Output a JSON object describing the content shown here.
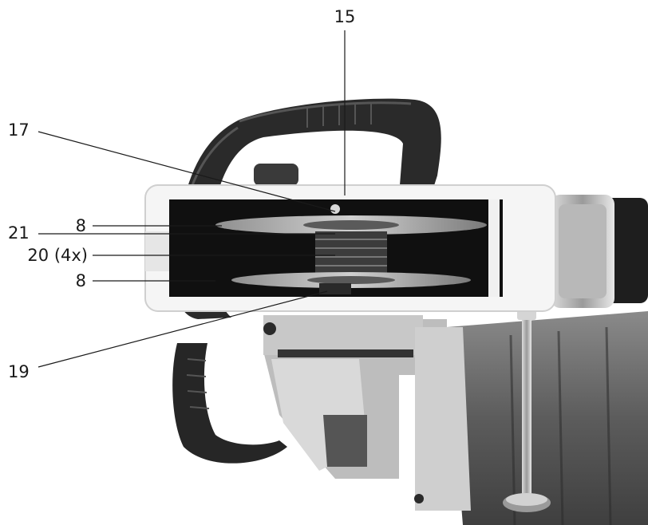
{
  "figure": {
    "callouts": [
      {
        "id": "c15",
        "text": "15"
      },
      {
        "id": "c17",
        "text": "17"
      },
      {
        "id": "c8a",
        "text": "8"
      },
      {
        "id": "c21",
        "text": "21"
      },
      {
        "id": "c20",
        "text": "20 (4x)"
      },
      {
        "id": "c8b",
        "text": "8"
      },
      {
        "id": "c19",
        "text": "19"
      }
    ]
  }
}
